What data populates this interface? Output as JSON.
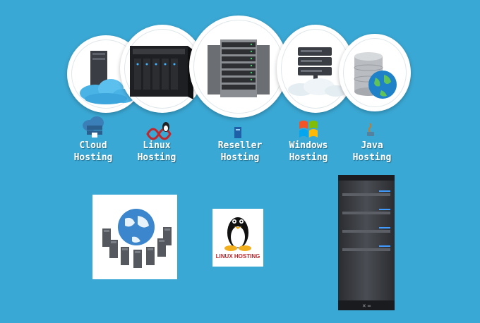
{
  "items": [
    {
      "line1": "Cloud",
      "line2": "Hosting"
    },
    {
      "line1": "Linux",
      "line2": "Hosting"
    },
    {
      "line1": "Reseller",
      "line2": "Hosting"
    },
    {
      "line1": "Windows",
      "line2": "Hosting"
    },
    {
      "line1": "Java",
      "line2": "Hosting"
    }
  ],
  "linux_card": {
    "caption": "LINUX HOSTING"
  },
  "colors": {
    "background": "#3aa8d4",
    "cloud": "#4ab3e6",
    "linux_red": "#c0262c",
    "windows_blue": "#1f74c7"
  }
}
